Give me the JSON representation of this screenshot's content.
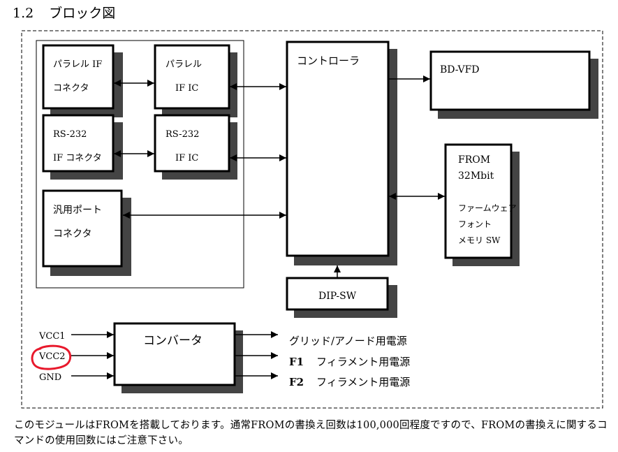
{
  "section": {
    "number": "1.2",
    "title": "ブロック図"
  },
  "blocks": {
    "parallel_connector": [
      "パラレル IF",
      "コネクタ"
    ],
    "parallel_ic": [
      "パラレル",
      "IF IC"
    ],
    "rs232_connector": [
      "RS-232",
      "IF コネクタ"
    ],
    "rs232_ic": [
      "RS-232",
      "IF IC"
    ],
    "general_port": [
      "汎用ポート",
      "コネクタ"
    ],
    "controller": "コントローラ",
    "bd_vfd": "BD-VFD",
    "from_block": [
      "FROM",
      "32Mbit",
      "ファームウェア",
      "フォント",
      "メモリ SW"
    ],
    "dip_sw": "DIP-SW",
    "converter": "コンバータ"
  },
  "inputs": [
    "VCC1",
    "VCC2",
    "GND"
  ],
  "outputs": [
    {
      "prefix": "",
      "label": "グリッド/アノード用電源"
    },
    {
      "prefix": "F1",
      "label": "フィラメント用電源"
    },
    {
      "prefix": "F2",
      "label": "フィラメント用電源"
    }
  ],
  "highlight_color": "#e8192c",
  "note": "このモジュールはFROMを搭載しております。通常FROMの書換え回数は100,000回程度ですので、FROMの書換えに関するコマンドの使用回数にはご注意下さい。"
}
